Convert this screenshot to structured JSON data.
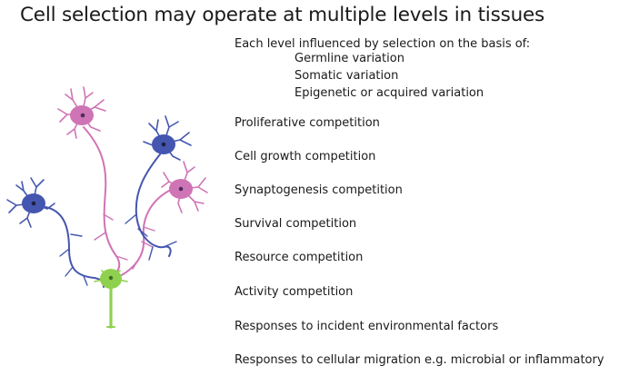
{
  "title": "Cell selection may operate at multiple levels in tissues",
  "intro": "Each level influenced by selection on the basis of:",
  "variations": [
    "Germline variation",
    "Somatic variation",
    "Epigenetic or acquired variation"
  ],
  "competitions": [
    "Proliferative competition",
    "Cell growth competition",
    "Synaptogenesis competition",
    "Survival competition",
    "Resource competition",
    "Activity competition",
    "Responses to incident environmental factors",
    "Responses to cellular migration e.g. microbial or inflammatory"
  ],
  "colors": {
    "blue_neuron": "#4556b0",
    "pink_neuron": "#cf74b5",
    "green_neuron": "#8fd14f",
    "text": "#1a1a1a"
  }
}
